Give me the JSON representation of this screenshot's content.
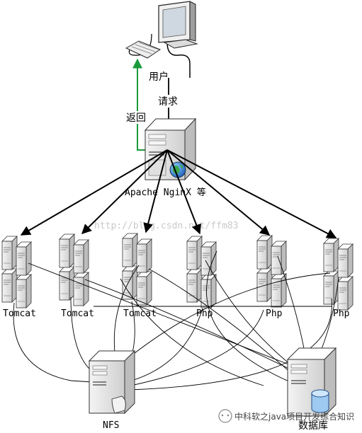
{
  "diagram": {
    "user_label": "用户",
    "request_label": "请求",
    "return_label": "返回",
    "lb_label": "Apache NginX 等",
    "watermark": "http://blog.csdn.net/ffm83",
    "nfs_label": "NFS",
    "db_label": "数据库",
    "app_servers": [
      "Tomcat",
      "Tomcat",
      "Tomcat",
      "Php",
      "Php",
      "Php"
    ]
  },
  "badge": {
    "text": "中科软之java项目开发综合知识"
  },
  "colors": {
    "return_arrow": "#1a9a3c",
    "request_arrow": "#000000",
    "server_face": "#e6e6e6"
  }
}
